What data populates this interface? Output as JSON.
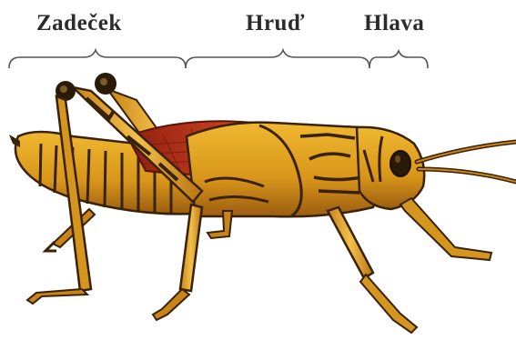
{
  "labels": {
    "abdomen": "Zadeček",
    "thorax": "Hruď",
    "head": "Hlava"
  },
  "colors": {
    "body_yellow": "#e0a21a",
    "body_dark": "#3a2208",
    "wing_red": "#b8331c",
    "bracket": "#555555"
  }
}
